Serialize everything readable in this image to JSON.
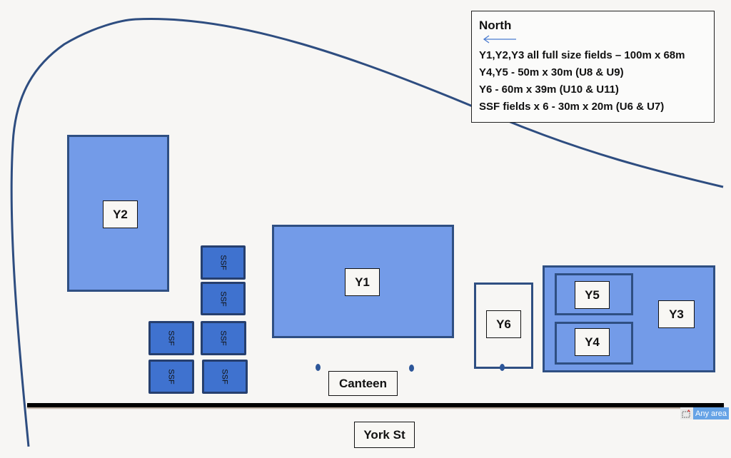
{
  "legend": {
    "title": "North",
    "direction_icon": "arrow-left-icon",
    "lines": [
      "Y1,Y2,Y3 all full size fields – 100m x 68m",
      "Y4,Y5 - 50m x 30m (U8 & U9)",
      "Y6 - 60m x 39m (U10 & U11)",
      "SSF fields x 6 - 30m x 20m (U6 & U7)"
    ]
  },
  "fields": {
    "y1": "Y1",
    "y2": "Y2",
    "y3": "Y3",
    "y4": "Y4",
    "y5": "Y5",
    "y6": "Y6"
  },
  "ssf": [
    "SSF",
    "SSF",
    "SSF",
    "SSF",
    "SSF",
    "SSF"
  ],
  "canteen": "Canteen",
  "street": "York St",
  "tool": {
    "icon": "snip-area-icon",
    "label": "Any area"
  },
  "colors": {
    "field_fill": "#739be8",
    "field_border": "#2f4f82",
    "ssf_fill": "#3f72cf",
    "boundary_line": "#2e4d80"
  }
}
